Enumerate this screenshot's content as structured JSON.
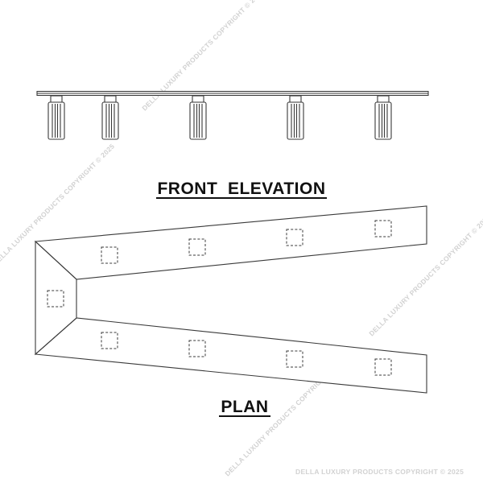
{
  "labels": {
    "front_elevation": "FRONT  ELEVATION",
    "plan": "PLAN"
  },
  "watermark": {
    "text": "DELLA LUXURY PRODUCTS COPYRIGHT © 2025",
    "color": "#d2d2d2"
  },
  "colors": {
    "line": "#3a3a3a",
    "text": "#111111",
    "background": "#ffffff"
  },
  "elevation": {
    "leg_count": 5
  },
  "plan": {
    "shape": "V-shaped top with mitred corner",
    "hidden_leg_markers": 9
  }
}
